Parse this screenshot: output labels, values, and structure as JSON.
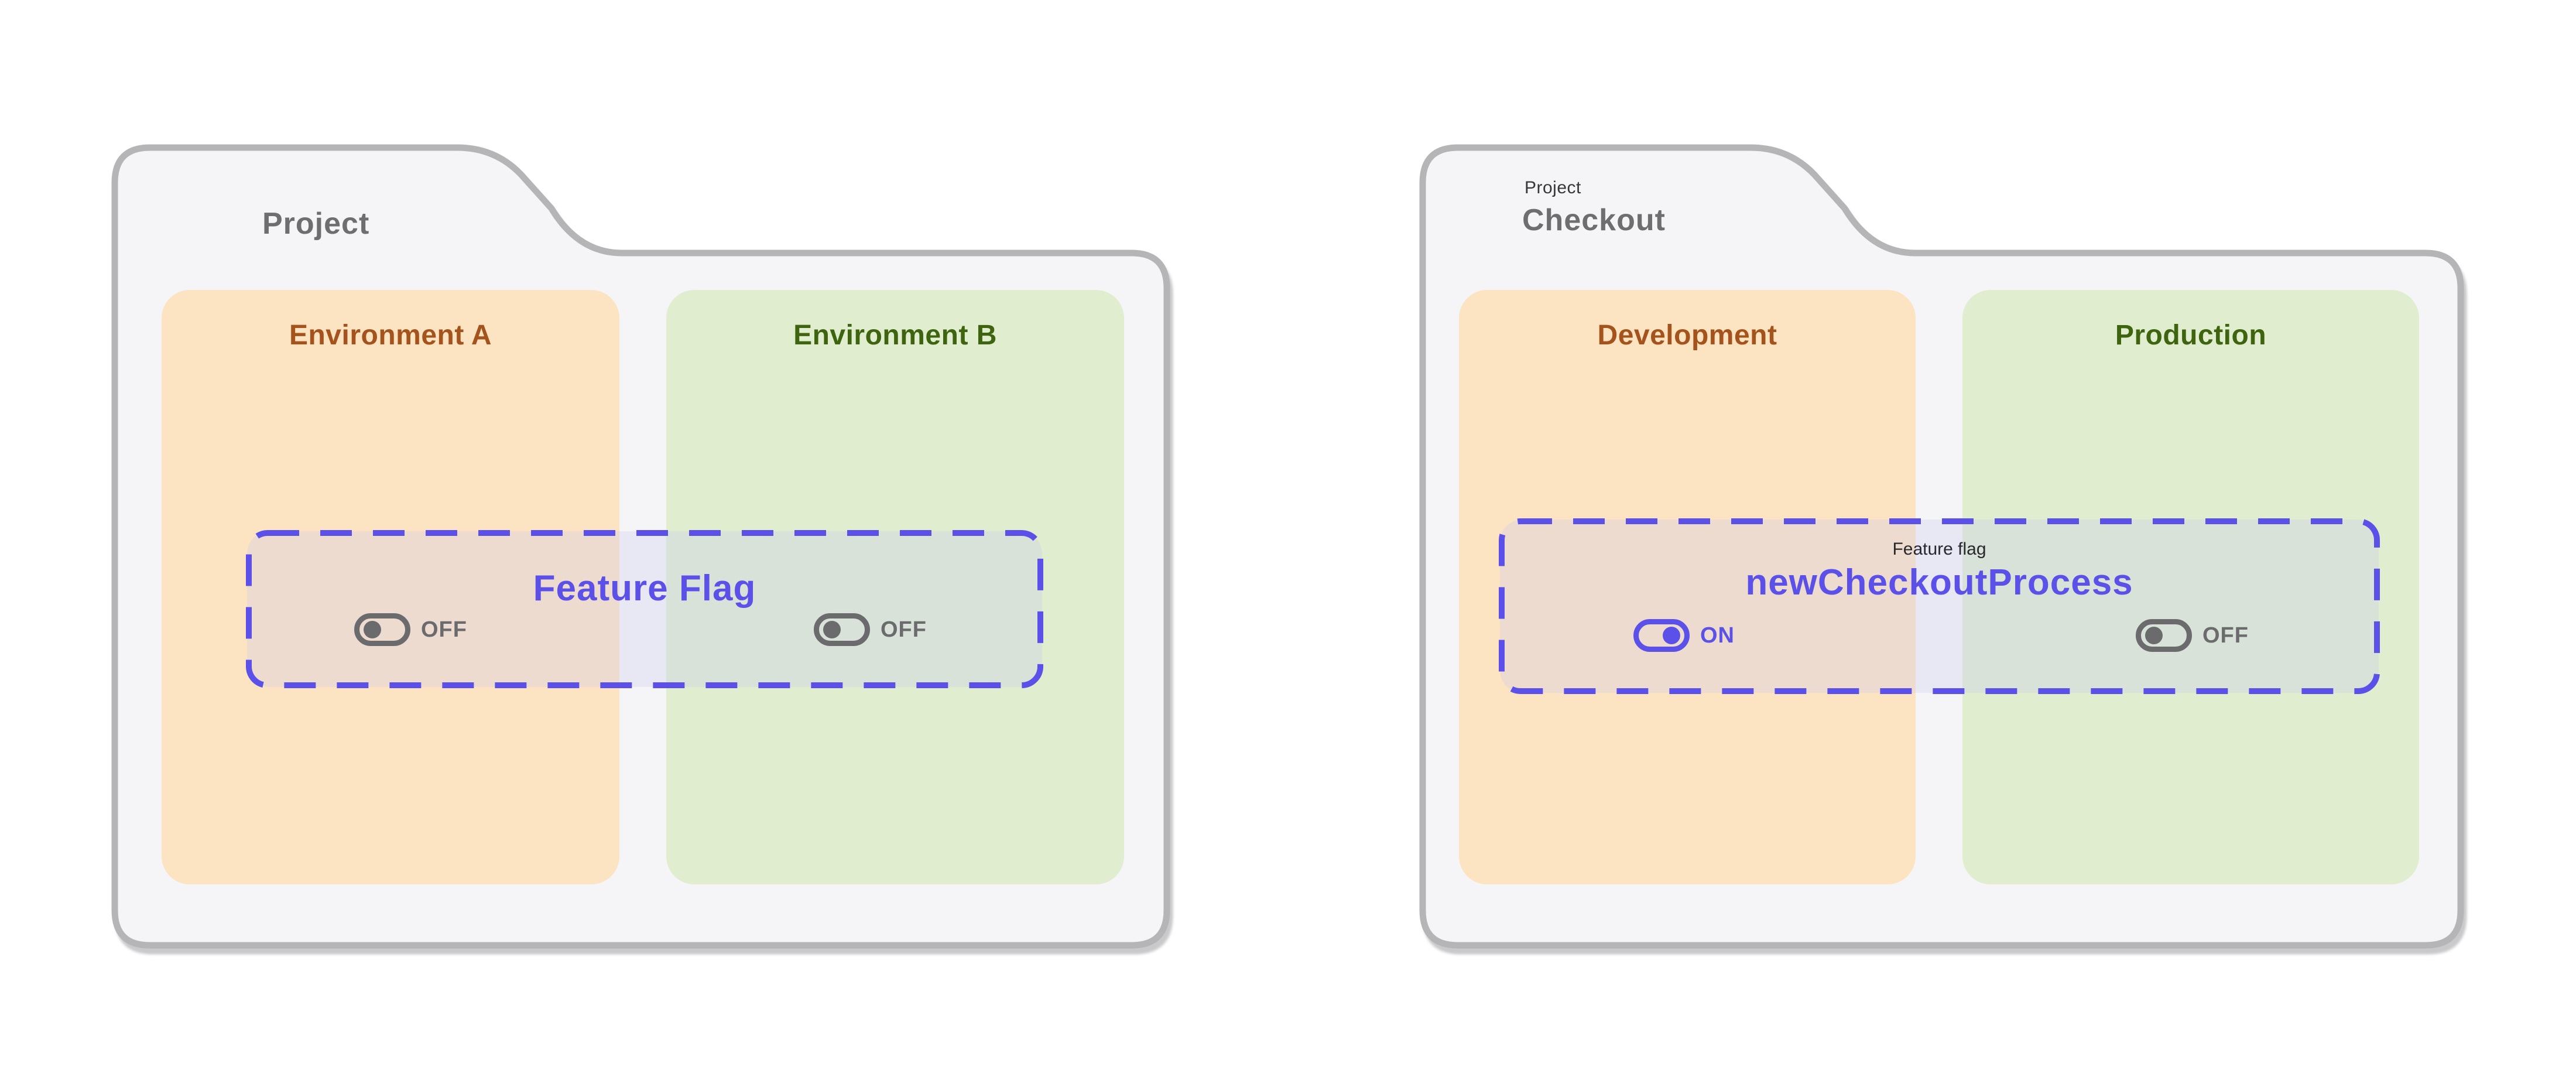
{
  "page": {
    "background": "#ffffff"
  },
  "colors": {
    "page_bg": "#ffffff",
    "accent_purple": "#5B51E8",
    "folder_fill": "#F5F5F7",
    "folder_border": "#B5B5B8",
    "orange_panel": "#FCE4C2",
    "green_panel": "#E0EECF",
    "orange_text": "#A4531C",
    "green_text": "#3E6410",
    "tab_text": "#6E6E71",
    "toggle_off": "#6B6B6E"
  },
  "folders": [
    {
      "tab": {
        "small_label": "",
        "title": "Project"
      },
      "panels": [
        {
          "label": "Environment A",
          "theme": "orange"
        },
        {
          "label": "Environment B",
          "theme": "green"
        }
      ],
      "flag_box": {
        "small_label": "",
        "title": "Feature Flag",
        "toggles": [
          {
            "environment": "Environment A",
            "state": "OFF"
          },
          {
            "environment": "Environment B",
            "state": "OFF"
          }
        ]
      }
    },
    {
      "tab": {
        "small_label": "Project",
        "title": "Checkout"
      },
      "panels": [
        {
          "label": "Development",
          "theme": "orange"
        },
        {
          "label": "Production",
          "theme": "green"
        }
      ],
      "flag_box": {
        "small_label": "Feature flag",
        "title": "newCheckoutProcess",
        "toggles": [
          {
            "environment": "Development",
            "state": "ON"
          },
          {
            "environment": "Production",
            "state": "OFF"
          }
        ]
      }
    }
  ]
}
